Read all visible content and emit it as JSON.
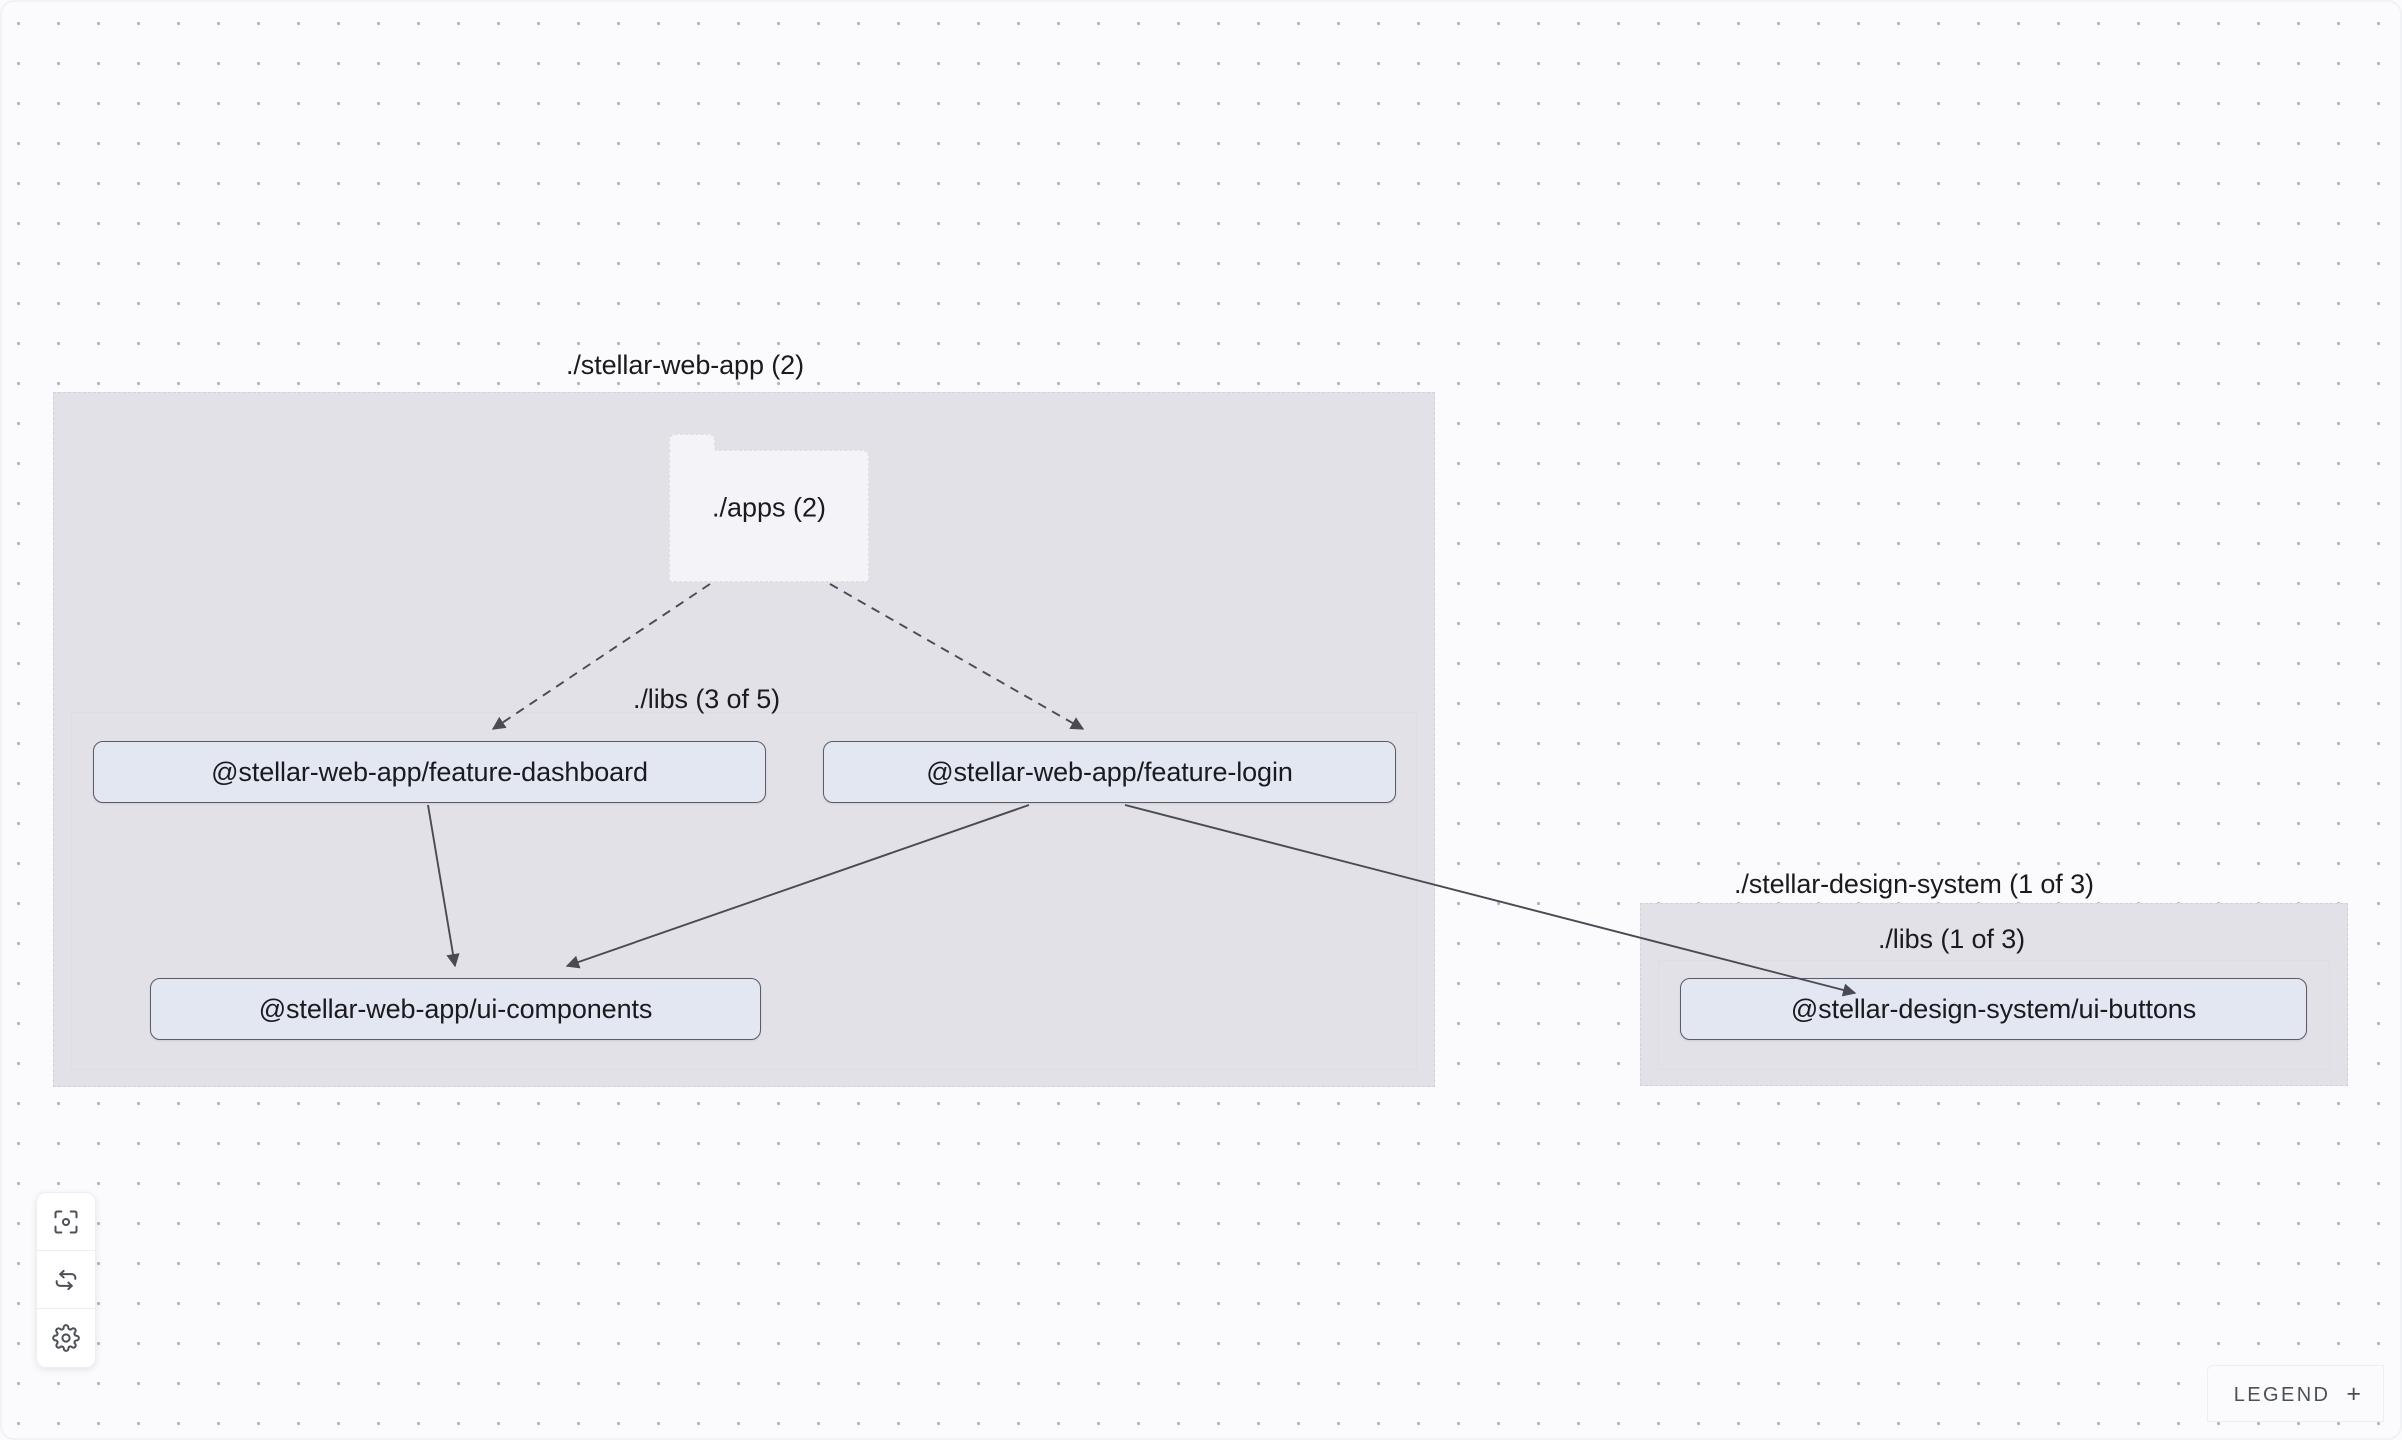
{
  "canvas": {
    "background_color": "#fbfbfd",
    "dot_color": "#aeb7c4"
  },
  "graph": {
    "groups": [
      {
        "id": "stellar-web-app",
        "label": "./stellar-web-app (2)",
        "inner": {
          "id": "stellar-web-app-libs",
          "label": "./libs (3 of 5)"
        }
      },
      {
        "id": "stellar-design-system",
        "label": "./stellar-design-system (1 of 3)",
        "inner": {
          "id": "stellar-design-system-libs",
          "label": "./libs (1 of 3)"
        }
      }
    ],
    "folder_node": {
      "id": "apps",
      "label": "./apps (2)"
    },
    "nodes": [
      {
        "id": "feature-dashboard",
        "label": "@stellar-web-app/feature-dashboard"
      },
      {
        "id": "feature-login",
        "label": "@stellar-web-app/feature-login"
      },
      {
        "id": "ui-components",
        "label": "@stellar-web-app/ui-components"
      },
      {
        "id": "ui-buttons",
        "label": "@stellar-design-system/ui-buttons"
      }
    ],
    "edges": [
      {
        "from": "apps",
        "to": "feature-dashboard",
        "style": "dashed"
      },
      {
        "from": "apps",
        "to": "feature-login",
        "style": "dashed"
      },
      {
        "from": "feature-dashboard",
        "to": "ui-components",
        "style": "solid"
      },
      {
        "from": "feature-login",
        "to": "ui-components",
        "style": "solid"
      },
      {
        "from": "feature-login",
        "to": "ui-buttons",
        "style": "solid"
      }
    ],
    "node_fill_color": "#e3e7f1",
    "node_border_color": "#5b5b66",
    "group_fill_color": "#e3e1e8",
    "edge_color": "#4a4a55"
  },
  "toolbar": {
    "buttons": [
      {
        "id": "focus",
        "icon": "focus-target-icon",
        "title": "Focus"
      },
      {
        "id": "refresh",
        "icon": "refresh-icon",
        "title": "Refresh"
      },
      {
        "id": "settings",
        "icon": "gear-icon",
        "title": "Settings"
      }
    ]
  },
  "legend": {
    "title": "LEGEND",
    "expand_glyph": "+"
  }
}
